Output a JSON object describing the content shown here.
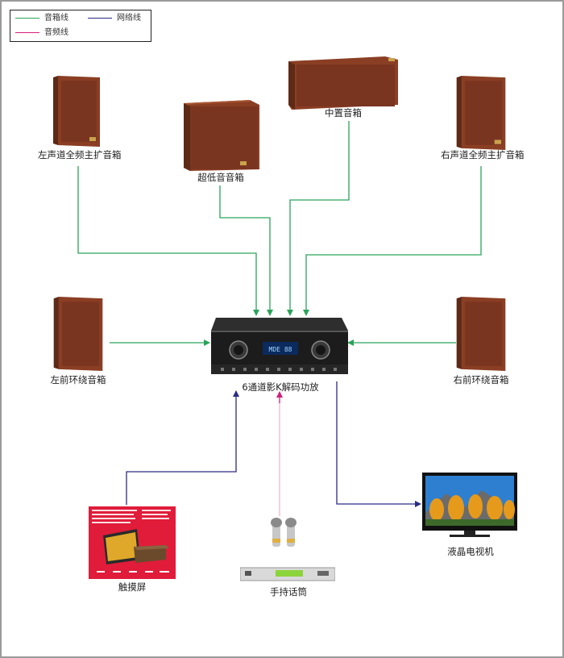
{
  "legend": {
    "speaker_line": {
      "label": "音箱线",
      "color": "#2aa35a"
    },
    "network_line": {
      "label": "网络线",
      "color": "#2b2b86"
    },
    "audio_line": {
      "label": "音频线",
      "color": "#d21f7a"
    }
  },
  "devices": {
    "left_main": {
      "label": "左声道全频主扩音箱",
      "icon": "speaker-icon"
    },
    "subwoofer": {
      "label": "超低音音箱",
      "icon": "subwoofer-icon"
    },
    "center": {
      "label": "中置音箱",
      "icon": "center-speaker-icon"
    },
    "right_main": {
      "label": "右声道全频主扩音箱",
      "icon": "speaker-icon"
    },
    "left_surround": {
      "label": "左前环绕音箱",
      "icon": "speaker-icon"
    },
    "amplifier": {
      "label": "6通道影K解码功放",
      "display": "MDE 88",
      "icon": "amplifier-icon"
    },
    "right_surround": {
      "label": "右前环绕音箱",
      "icon": "speaker-icon"
    },
    "touchscreen": {
      "label": "触摸屏",
      "icon": "touchscreen-icon"
    },
    "microphone": {
      "label": "手持话筒",
      "icon": "microphone-icon"
    },
    "tv": {
      "label": "液晶电视机",
      "icon": "tv-icon"
    }
  }
}
